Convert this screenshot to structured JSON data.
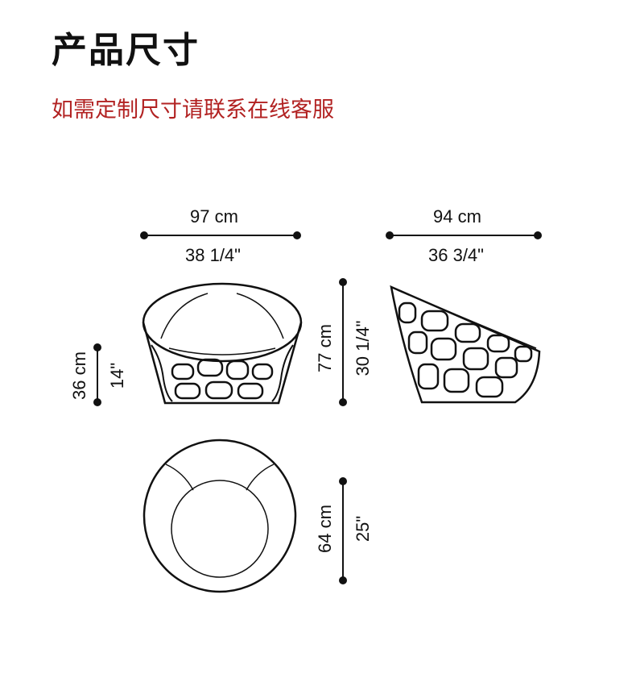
{
  "header": {
    "title": "产品尺寸",
    "subtitle": "如需定制尺寸请联系在线客服"
  },
  "dimensions": {
    "front_width": {
      "metric": "97 cm",
      "imperial": "38 1/4\""
    },
    "side_depth": {
      "metric": "94 cm",
      "imperial": "36 3/4\""
    },
    "seat_height": {
      "metric": "36 cm",
      "imperial": "14\""
    },
    "total_height": {
      "metric": "77 cm",
      "imperial": "30 1/4\""
    },
    "top_diameter": {
      "metric": "64 cm",
      "imperial": "25\""
    }
  },
  "colors": {
    "title": "#111111",
    "subtitle": "#b22222",
    "lines": "#111111"
  }
}
